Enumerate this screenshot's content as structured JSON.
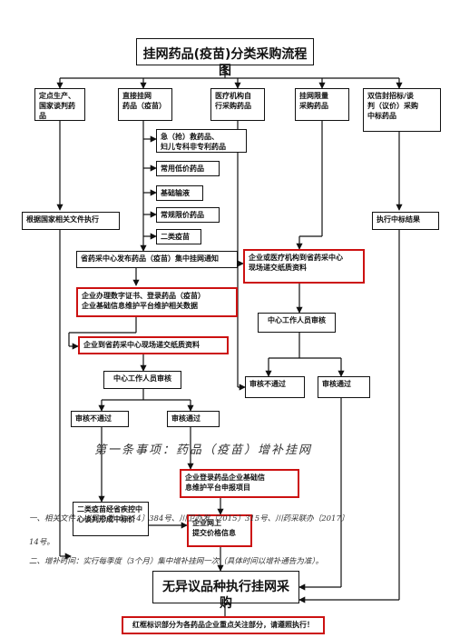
{
  "diagram": {
    "title": "挂网药品(疫苗)分类采购流程图",
    "categories": [
      "定点生产、\n国家谈判药品",
      "直接挂网\n药品（疫苗）",
      "医疗机构自\n行采购药品",
      "挂网限量\n采购药品",
      "双信封招标/谈\n判（议价）采购\n中标药品"
    ],
    "direct_types": [
      "急（抢）救药品、\n妇儿专科非专利药品",
      "常用低价药品",
      "基础输液",
      "常规限价药品",
      "二类疫苗"
    ],
    "national_rule": "根据国家相关文件执行",
    "bid_result": "执行中标结果",
    "notice": "省药采中心发布药品（疫苗）集中挂网通知",
    "left_steps": [
      "企业办理数字证书、登录药品（疫苗）\n企业基础信息维护平台维护相关数据",
      "企业到省药采中心现场递交纸质资料",
      "中心工作人员审核"
    ],
    "left_fail": "审核不通过",
    "left_pass": "审核通过",
    "right_steps": [
      "企业或医疗机构到省药采中心\n现场递交纸质资料",
      "中心工作人员审核"
    ],
    "right_fail": "审核不通过",
    "right_pass": "审核通过",
    "vaccine_negotiation": "二类疫苗经省疾控中\n心谈判形成中标价",
    "enterprise_login": "企业登录药品企业基础信\n息维护平台申报项目",
    "price_submit": "企业网上\n提交价格信息",
    "final": "无异议品种执行挂网采购",
    "footer_note": "红框标识部分为各药品企业重点关注部分，请遵照执行！",
    "overlay_heading": "第一条事项：药品（疫苗）增补挂网",
    "overlay_line1": "一、相关文件：川卫办发〔2014〕384号、川卫办发〔2015〕315号、川药采联办〔2017〕",
    "overlay_line1b": "14号。",
    "overlay_line2": "二、增补时间：实行每季度（3个月）集中增补挂网一次（具体时间以增补通告为准）。"
  }
}
